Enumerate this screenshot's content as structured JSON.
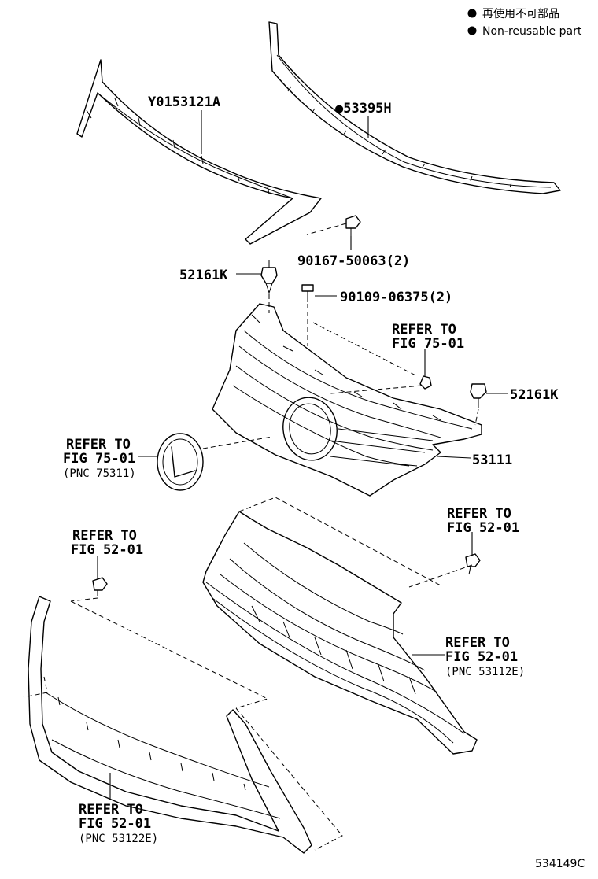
{
  "legend": {
    "bullet_jp": "再使用不可部品",
    "bullet_en": "Non-reusable part"
  },
  "labels": {
    "y0153121a": "Y0153121A",
    "p53395h": "●53395H",
    "p90167": "90167-50063(2)",
    "p52161k_left": "52161K",
    "p90109": "90109-06375(2)",
    "refer_fig75_right_l1": "REFER TO",
    "refer_fig75_right_l2": "FIG 75-01",
    "p52161k_right": "52161K",
    "refer_fig75_left_l1": "REFER TO",
    "refer_fig75_left_l2": "FIG 75-01",
    "pnc75311": "(PNC 75311)",
    "p53111": "53111",
    "refer_fig52_topright_l1": "REFER TO",
    "refer_fig52_topright_l2": "FIG 52-01",
    "refer_fig52_left_l1": "REFER TO",
    "refer_fig52_left_l2": "FIG 52-01",
    "refer_fig52_mid_l1": "REFER TO",
    "refer_fig52_mid_l2": "FIG 52-01",
    "pnc53112e": "(PNC 53112E)",
    "refer_fig52_bottom_l1": "REFER TO",
    "refer_fig52_bottom_l2": "FIG 52-01",
    "pnc53122e": "(PNC 53122E)",
    "figure_code": "534149C"
  }
}
